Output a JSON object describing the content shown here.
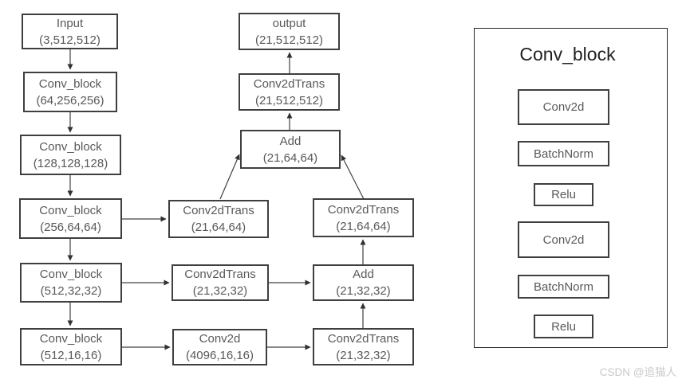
{
  "colors": {
    "node_border": "#3f3f3f",
    "node_text": "#595959",
    "panel_border": "#262626",
    "panel_title_text": "#1f1f1f",
    "arrow": "#404040",
    "watermark_text": "#c9c9c9",
    "background": "#ffffff"
  },
  "nodes": {
    "input": {
      "label": "Input",
      "dims": "(3,512,512)"
    },
    "enc1": {
      "label": "Conv_block",
      "dims": "(64,256,256)"
    },
    "enc2": {
      "label": "Conv_block",
      "dims": "(128,128,128)"
    },
    "enc3": {
      "label": "Conv_block",
      "dims": "(256,64,64)"
    },
    "enc4": {
      "label": "Conv_block",
      "dims": "(512,32,32)"
    },
    "enc5": {
      "label": "Conv_block",
      "dims": "(512,16,16)"
    },
    "trans64_left": {
      "label": "Conv2dTrans",
      "dims": "(21,64,64)"
    },
    "trans32_left": {
      "label": "Conv2dTrans",
      "dims": "(21,32,32)"
    },
    "conv4096": {
      "label": "Conv2d",
      "dims": "(4096,16,16)"
    },
    "output": {
      "label": "output",
      "dims": "(21,512,512)"
    },
    "trans512": {
      "label": "Conv2dTrans",
      "dims": "(21,512,512)"
    },
    "add64": {
      "label": "Add",
      "dims": "(21,64,64)"
    },
    "trans64_right": {
      "label": "Conv2dTrans",
      "dims": "(21,64,64)"
    },
    "add32": {
      "label": "Add",
      "dims": "(21,32,32)"
    },
    "trans32_right": {
      "label": "Conv2dTrans",
      "dims": "(21,32,32)"
    }
  },
  "conv_block_detail": {
    "title": "Conv_block",
    "steps": {
      "conv2d_1": "Conv2d",
      "batchnorm_1": "BatchNorm",
      "relu_1": "Relu",
      "conv2d_2": "Conv2d",
      "batchnorm_2": "BatchNorm",
      "relu_2": "Relu"
    }
  },
  "watermark": "CSDN @追猫人"
}
